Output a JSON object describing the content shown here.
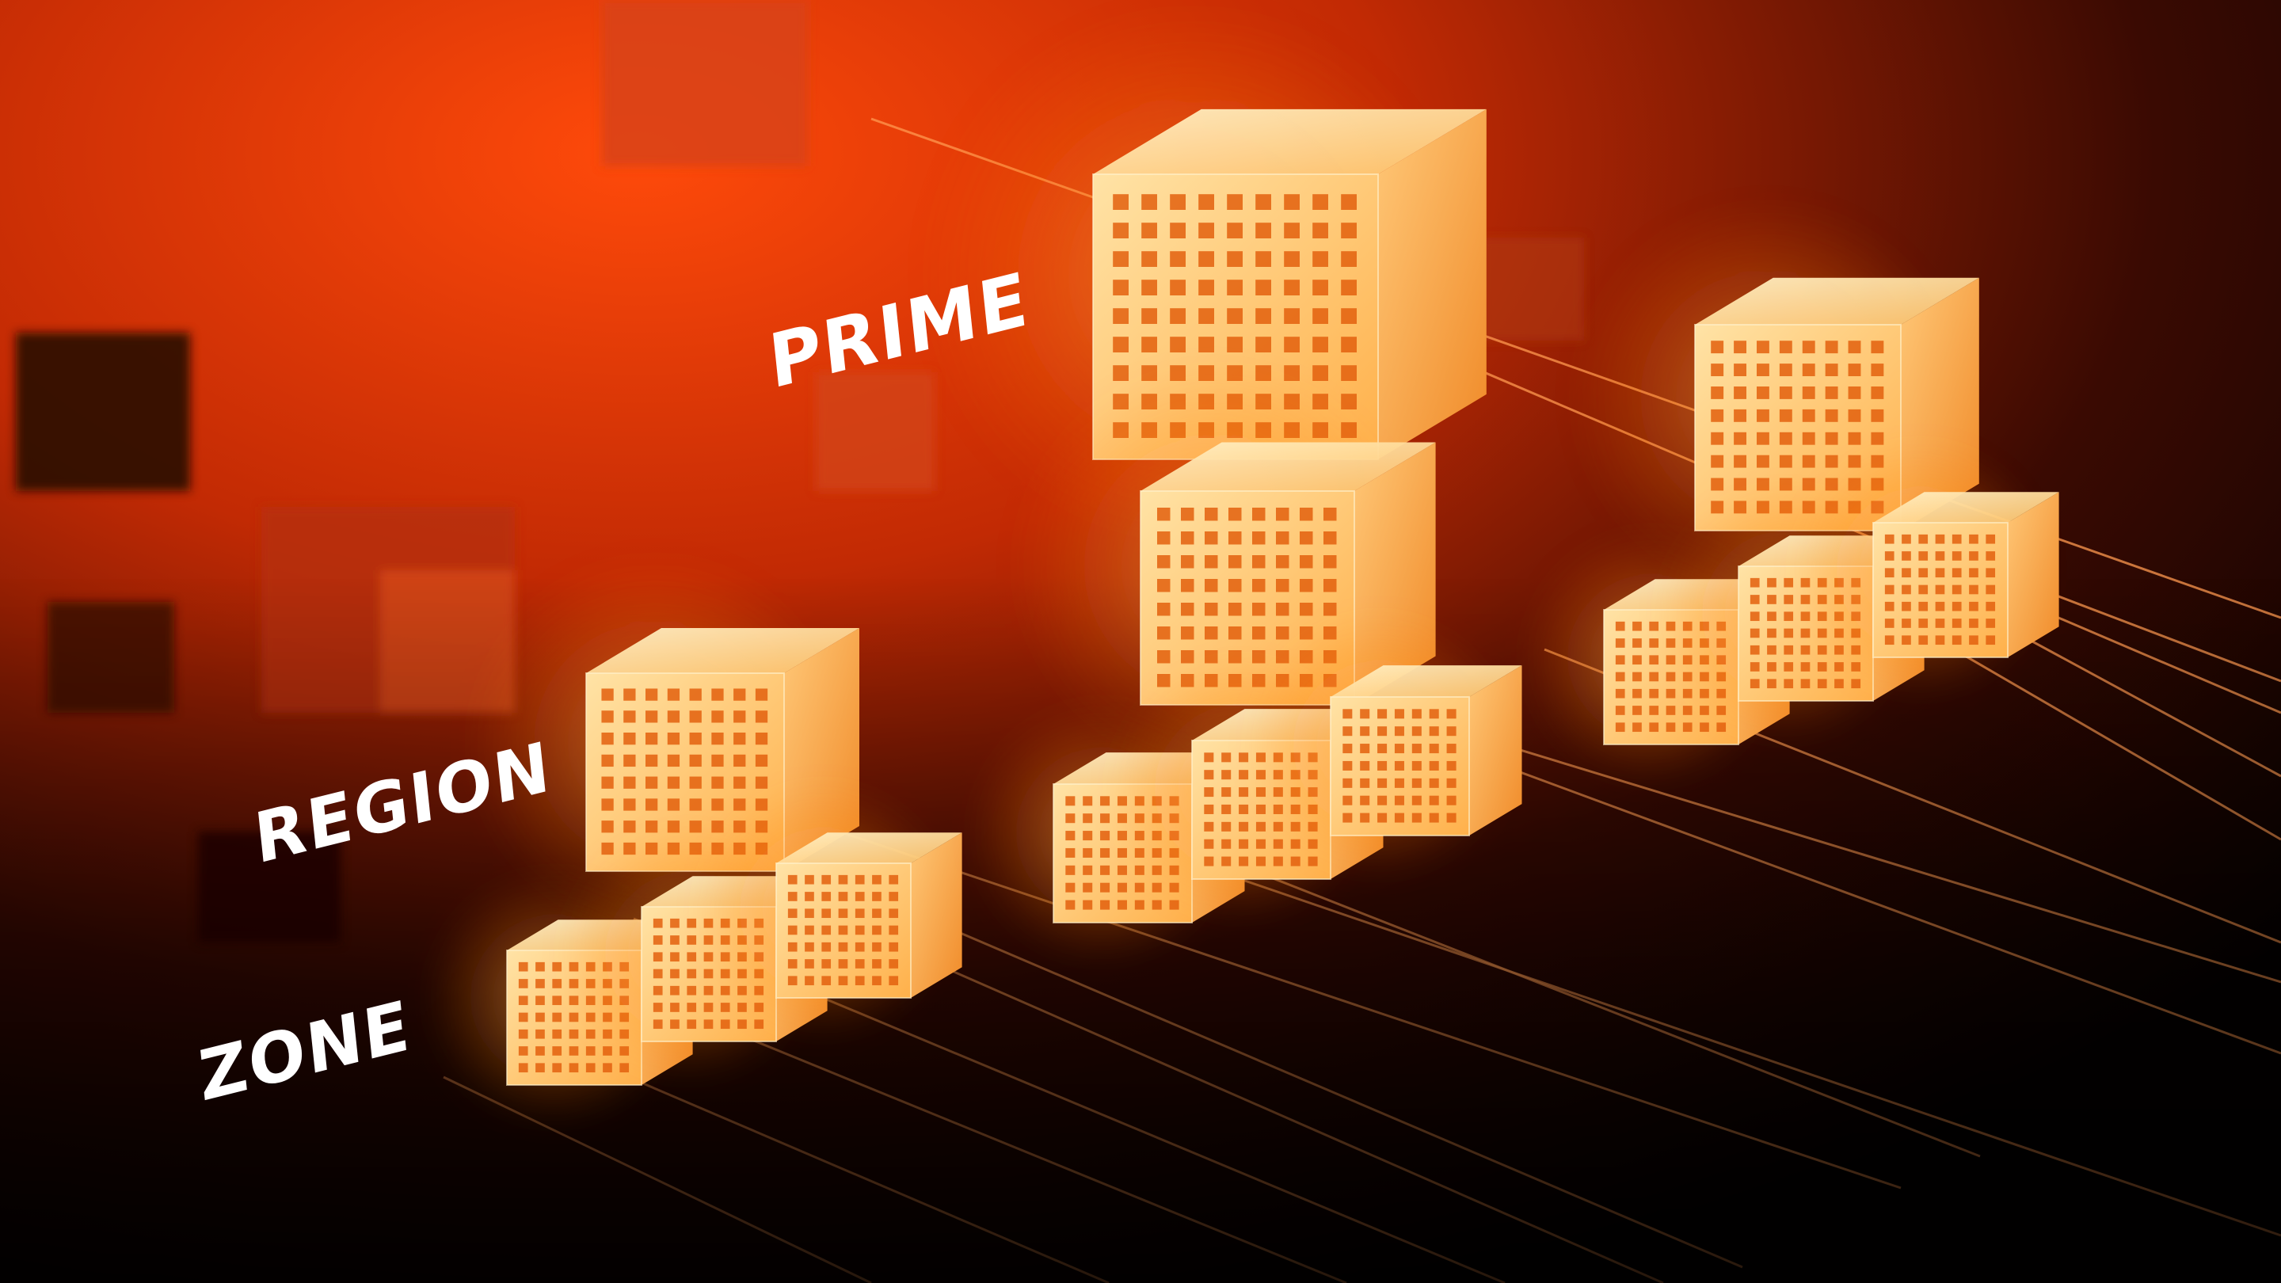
{
  "labels": {
    "prime": "PRIME",
    "region": "REGION",
    "zone": "ZONE"
  },
  "colors": {
    "background_hot": "#ff4a0a",
    "background_dark": "#050101",
    "cube_glow": "#ffcc66",
    "cube_core": "#e8640f",
    "beam": "#ff8a3c"
  }
}
